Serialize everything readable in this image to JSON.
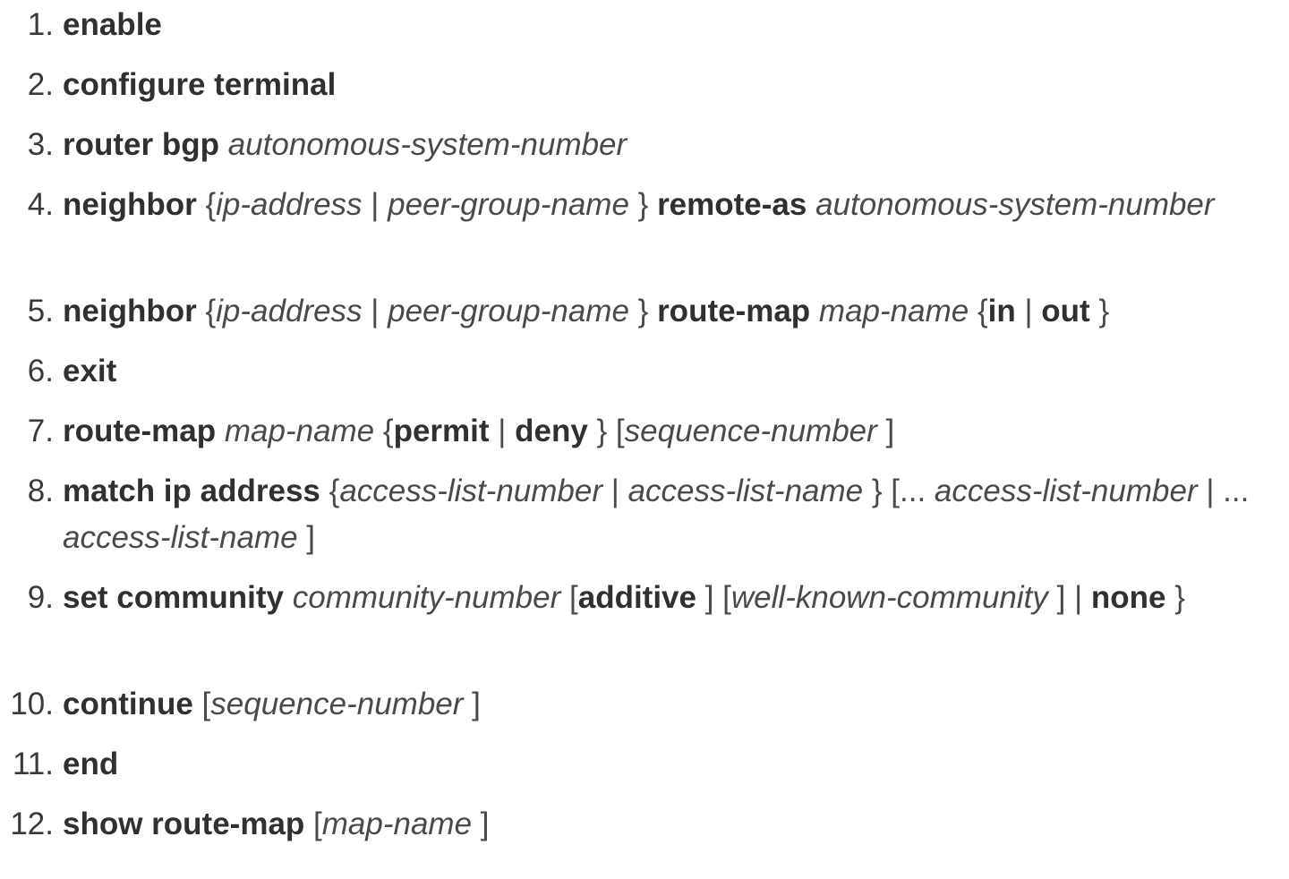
{
  "steps": [
    {
      "number": "1.",
      "segments": [
        {
          "t": "kw",
          "v": "enable"
        }
      ]
    },
    {
      "number": "2.",
      "segments": [
        {
          "t": "kw",
          "v": "configure terminal"
        }
      ]
    },
    {
      "number": "3.",
      "segments": [
        {
          "t": "kw",
          "v": "router bgp"
        },
        {
          "t": "pun",
          "v": " "
        },
        {
          "t": "arg",
          "v": "autonomous-system-number"
        }
      ]
    },
    {
      "number": "4.",
      "segments": [
        {
          "t": "kw",
          "v": "neighbor"
        },
        {
          "t": "pun",
          "v": " {"
        },
        {
          "t": "arg",
          "v": "ip-address"
        },
        {
          "t": "pun",
          "v": " | "
        },
        {
          "t": "arg",
          "v": "peer-group-name"
        },
        {
          "t": "pun",
          "v": " } "
        },
        {
          "t": "kw",
          "v": "remote-as"
        },
        {
          "t": "pun",
          "v": " "
        },
        {
          "t": "arg",
          "v": "autonomous-system-number"
        }
      ]
    },
    {
      "number": "5.",
      "segments": [
        {
          "t": "kw",
          "v": "neighbor"
        },
        {
          "t": "pun",
          "v": " {"
        },
        {
          "t": "arg",
          "v": "ip-address"
        },
        {
          "t": "pun",
          "v": " | "
        },
        {
          "t": "arg",
          "v": "peer-group-name"
        },
        {
          "t": "pun",
          "v": " } "
        },
        {
          "t": "kw",
          "v": "route-map"
        },
        {
          "t": "pun",
          "v": " "
        },
        {
          "t": "arg",
          "v": "map-name"
        },
        {
          "t": "pun",
          "v": " {"
        },
        {
          "t": "kw",
          "v": "in"
        },
        {
          "t": "pun",
          "v": " | "
        },
        {
          "t": "kw",
          "v": "out"
        },
        {
          "t": "pun",
          "v": " }"
        }
      ]
    },
    {
      "number": "6.",
      "segments": [
        {
          "t": "kw",
          "v": "exit"
        }
      ]
    },
    {
      "number": "7.",
      "segments": [
        {
          "t": "kw",
          "v": "route-map"
        },
        {
          "t": "pun",
          "v": " "
        },
        {
          "t": "arg",
          "v": "map-name"
        },
        {
          "t": "pun",
          "v": " {"
        },
        {
          "t": "kw",
          "v": "permit"
        },
        {
          "t": "pun",
          "v": " | "
        },
        {
          "t": "kw",
          "v": "deny"
        },
        {
          "t": "pun",
          "v": " } ["
        },
        {
          "t": "arg",
          "v": "sequence-number"
        },
        {
          "t": "pun",
          "v": " ]"
        }
      ]
    },
    {
      "number": "8.",
      "segments": [
        {
          "t": "kw",
          "v": "match ip address"
        },
        {
          "t": "pun",
          "v": " {"
        },
        {
          "t": "arg",
          "v": "access-list-number"
        },
        {
          "t": "pun",
          "v": " | "
        },
        {
          "t": "arg",
          "v": "access-list-name"
        },
        {
          "t": "pun",
          "v": " } [... "
        },
        {
          "t": "arg",
          "v": "access-list-number"
        },
        {
          "t": "pun",
          "v": " | ... "
        },
        {
          "t": "arg",
          "v": "access-list-name"
        },
        {
          "t": "pun",
          "v": " ]"
        }
      ]
    },
    {
      "number": "9.",
      "segments": [
        {
          "t": "kw",
          "v": "set community"
        },
        {
          "t": "pun",
          "v": " "
        },
        {
          "t": "arg",
          "v": "community-number"
        },
        {
          "t": "pun",
          "v": " ["
        },
        {
          "t": "kw",
          "v": "additive"
        },
        {
          "t": "pun",
          "v": " ] ["
        },
        {
          "t": "arg",
          "v": "well-known-community"
        },
        {
          "t": "pun",
          "v": " ] | "
        },
        {
          "t": "kw",
          "v": "none"
        },
        {
          "t": "pun",
          "v": " }"
        }
      ]
    },
    {
      "number": "10.",
      "segments": [
        {
          "t": "kw",
          "v": "continue"
        },
        {
          "t": "pun",
          "v": " ["
        },
        {
          "t": "arg",
          "v": "sequence-number"
        },
        {
          "t": "pun",
          "v": " ]"
        }
      ]
    },
    {
      "number": "11.",
      "segments": [
        {
          "t": "kw",
          "v": "end"
        }
      ]
    },
    {
      "number": "12.",
      "segments": [
        {
          "t": "kw",
          "v": "show route-map"
        },
        {
          "t": "pun",
          "v": " ["
        },
        {
          "t": "arg",
          "v": "map-name"
        },
        {
          "t": "pun",
          "v": " ]"
        }
      ]
    }
  ]
}
